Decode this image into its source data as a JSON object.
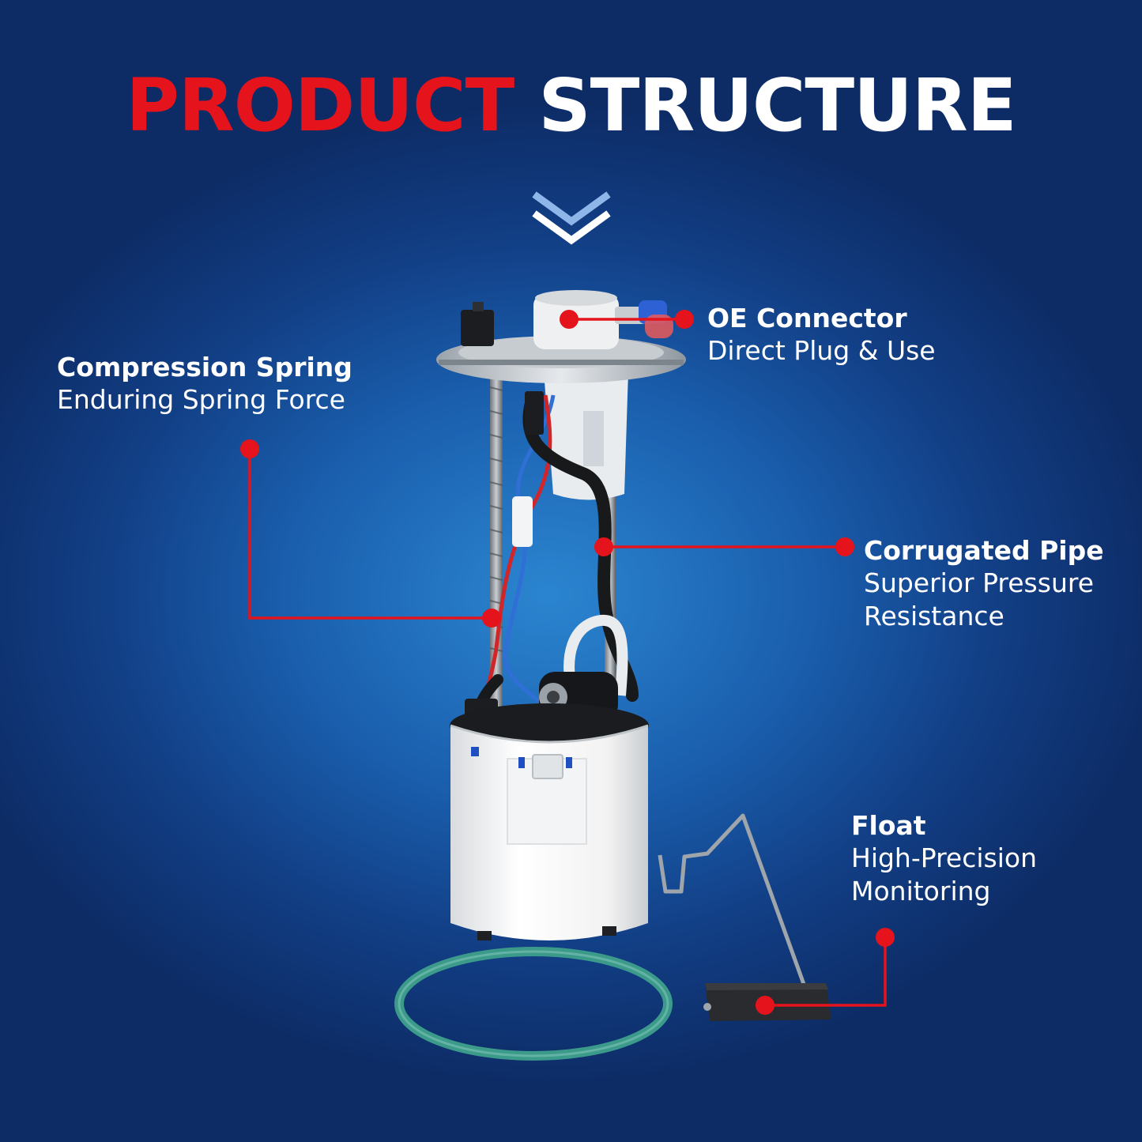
{
  "title": {
    "part1": "PRODUCT",
    "part2": "STRUCTURE"
  },
  "colors": {
    "accent": "#e5131c",
    "background": "#1a5fae",
    "text": "#ffffff"
  },
  "icons": {
    "scroll_down": "double-chevron-down-icon"
  },
  "callouts": {
    "oe_connector": {
      "title": "OE Connector",
      "subtitle": "Direct Plug & Use"
    },
    "compression_spring": {
      "title": "Compression Spring",
      "subtitle": "Enduring Spring Force"
    },
    "corrugated_pipe": {
      "title": "Corrugated Pipe",
      "subtitle_line1": "Superior Pressure",
      "subtitle_line2": "Resistance"
    },
    "float": {
      "title": "Float",
      "subtitle_line1": "High-Precision",
      "subtitle_line2": "Monitoring"
    }
  }
}
